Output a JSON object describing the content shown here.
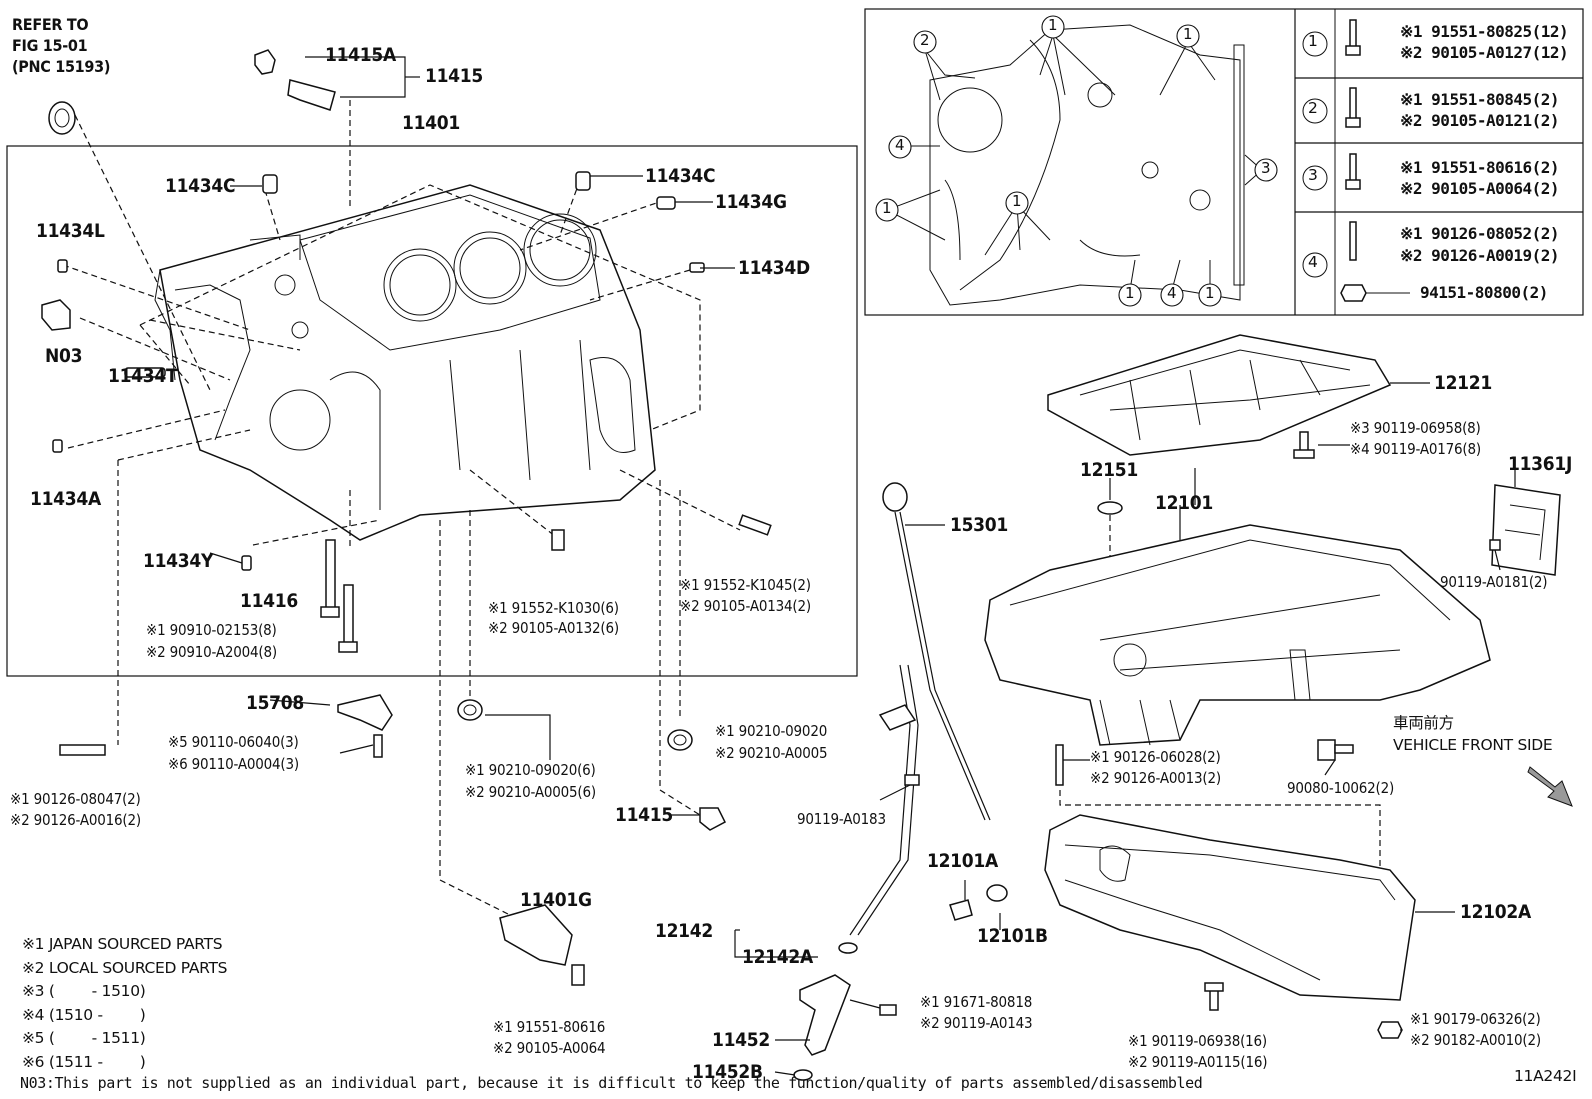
{
  "diagram_id": "11A242I",
  "refer": [
    "REFER TO",
    "FIG 15-01",
    "(PNC 15193)"
  ],
  "legend": [
    "※1 JAPAN SOURCED PARTS",
    "※2 LOCAL SOURCED PARTS",
    "※3 (        - 1510)",
    "※4 (1510 -        )",
    "※5 (        - 1511)",
    "※6 (1511 -        )"
  ],
  "footnote": "N03:This part is not supplied as an individual part, because it is difficult to keep the function/quality of parts assembled/disassembled",
  "vehicle_front_jp": "車両前方",
  "vehicle_front_en": "VEHICLE FRONT SIDE",
  "bolt_table": [
    {
      "num": "1",
      "lines": [
        "※1 91551-80825(12)",
        "※2 90105-A0127(12)"
      ]
    },
    {
      "num": "2",
      "lines": [
        "※1 91551-80845(2)",
        "※2 90105-A0121(2)"
      ]
    },
    {
      "num": "3",
      "lines": [
        "※1 91551-80616(2)",
        "※2 90105-A0064(2)"
      ]
    },
    {
      "num": "4",
      "lines": [
        "※1 90126-08052(2)",
        "※2 90126-A0019(2)",
        "94151-80800(2)"
      ]
    }
  ],
  "inset_callouts": [
    "2",
    "1",
    "1",
    "4",
    "1",
    "1",
    "3",
    "1",
    "4",
    "1"
  ],
  "labels": {
    "p11415A": "11415A",
    "p11415": "11415",
    "p11401": "11401",
    "p11434C_l": "11434C",
    "p11434C_r": "11434C",
    "p11434G": "11434G",
    "p11434L": "11434L",
    "p11434D": "11434D",
    "pN03": "N03",
    "p11434T": "11434T",
    "p11434A": "11434A",
    "p11434Y": "11434Y",
    "p11416": "11416",
    "p11416_1": "※1 90910-02153(8)",
    "p11416_2": "※2 90910-A2004(8)",
    "p91552_1": "※1 91552-K1030(6)",
    "p91552_2": "※2 90105-A0132(6)",
    "p91552b_1": "※1 91552-K1045(2)",
    "p91552b_2": "※2 90105-A0134(2)",
    "p15708": "15708",
    "p15708_5": "※5 90110-06040(3)",
    "p15708_6": "※6 90110-A0004(3)",
    "pStud_1": "※1 90126-08047(2)",
    "pStud_2": "※2 90126-A0016(2)",
    "pGasket_1": "※1 90210-09020(6)",
    "pGasket_2": "※2 90210-A0005(6)",
    "pGasketB_1": "※1 90210-09020",
    "pGasketB_2": "※2 90210-A0005",
    "p11415b": "11415",
    "p11401G": "11401G",
    "pSensor_1": "※1 91551-80616",
    "pSensor_2": "※2 90105-A0064",
    "p12121": "12121",
    "p12121b_3": "※3 90119-06958(8)",
    "p12121b_4": "※4 90119-A0176(8)",
    "p12151": "12151",
    "p12101": "12101",
    "p11361J": "11361J",
    "p90119A0181": "90119-A0181(2)",
    "p15301": "15301",
    "p90126_1": "※1 90126-06028(2)",
    "p90126_2": "※2 90126-A0013(2)",
    "p90080": "90080-10062(2)",
    "p90119A0183": "90119-A0183",
    "p12101A": "12101A",
    "p12101B": "12101B",
    "p12102A": "12102A",
    "p12142": "12142",
    "p12142A": "12142A",
    "p91671_1": "※1 91671-80818",
    "p91671_2": "※2 90119-A0143",
    "p11452": "11452",
    "p11452B": "11452B",
    "p90119_1": "※1 90119-06938(16)",
    "p90119_2": "※2 90119-A0115(16)",
    "p90179_1": "※1 90179-06326(2)",
    "p90179_2": "※2 90182-A0010(2)"
  }
}
